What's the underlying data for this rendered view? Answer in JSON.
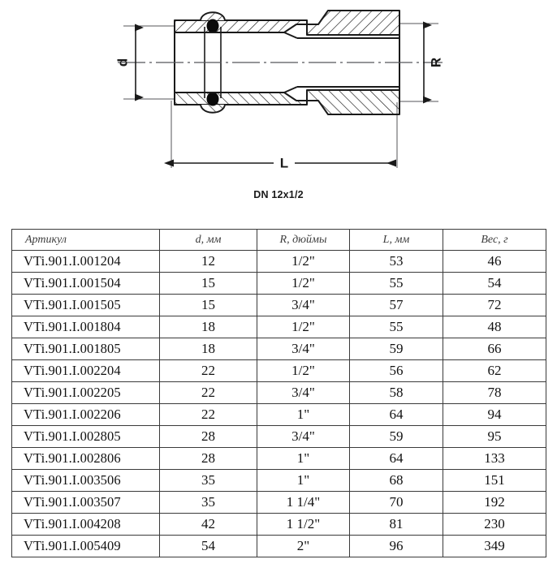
{
  "drawing": {
    "title": "press-fitting-cross-section",
    "caption": "DN 12x1/2",
    "dimension_labels": {
      "d": "d",
      "R": "R",
      "L": "L"
    }
  },
  "table": {
    "headers": [
      "Артикул",
      "d, мм",
      "R, дюймы",
      "L, мм",
      "Вес, г"
    ],
    "rows": [
      {
        "article": "VTi.901.I.001204",
        "d": "12",
        "r": "1/2\"",
        "l": "53",
        "weight": "46"
      },
      {
        "article": "VTi.901.I.001504",
        "d": "15",
        "r": "1/2\"",
        "l": "55",
        "weight": "54"
      },
      {
        "article": "VTi.901.I.001505",
        "d": "15",
        "r": "3/4\"",
        "l": "57",
        "weight": "72"
      },
      {
        "article": "VTi.901.I.001804",
        "d": "18",
        "r": "1/2\"",
        "l": "55",
        "weight": "48"
      },
      {
        "article": "VTi.901.I.001805",
        "d": "18",
        "r": "3/4\"",
        "l": "59",
        "weight": "66"
      },
      {
        "article": "VTi.901.I.002204",
        "d": "22",
        "r": "1/2\"",
        "l": "56",
        "weight": "62"
      },
      {
        "article": "VTi.901.I.002205",
        "d": "22",
        "r": "3/4\"",
        "l": "58",
        "weight": "78"
      },
      {
        "article": "VTi.901.I.002206",
        "d": "22",
        "r": "1\"",
        "l": "64",
        "weight": "94"
      },
      {
        "article": "VTi.901.I.002805",
        "d": "28",
        "r": "3/4\"",
        "l": "59",
        "weight": "95"
      },
      {
        "article": "VTi.901.I.002806",
        "d": "28",
        "r": "1\"",
        "l": "64",
        "weight": "133"
      },
      {
        "article": "VTi.901.I.003506",
        "d": "35",
        "r": "1\"",
        "l": "68",
        "weight": "151"
      },
      {
        "article": "VTi.901.I.003507",
        "d": "35",
        "r": "1 1/4\"",
        "l": "70",
        "weight": "192"
      },
      {
        "article": "VTi.901.I.004208",
        "d": "42",
        "r": "1 1/2\"",
        "l": "81",
        "weight": "230"
      },
      {
        "article": "VTi.901.I.005409",
        "d": "54",
        "r": "2\"",
        "l": "96",
        "weight": "349"
      }
    ]
  },
  "colors": {
    "line": "#1a1a1a",
    "border": "#3a3a3a",
    "text": "#111111",
    "header_text": "#3c3c3c",
    "background": "#ffffff"
  }
}
